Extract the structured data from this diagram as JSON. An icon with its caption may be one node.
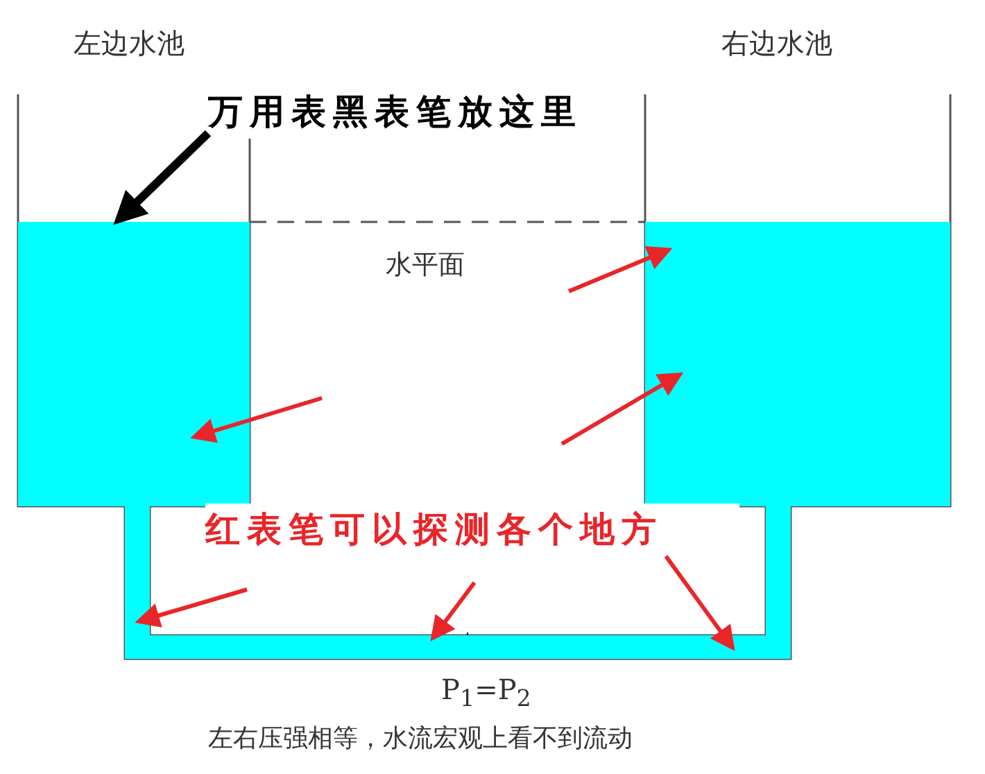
{
  "diagram": {
    "caption": "左右压强相等，水流宏观上看不到流动",
    "nodes": [
      {
        "text": [],
        "shape": "box"
      },
      {
        "text": [],
        "shape": "box"
      },
      {
        "text": [],
        "shape": "box",
        "beside": [
          "P$_{1}$=P$_{2}$"
        ]
      },
      {
        "text": [
          "万用表黑表笔放这里"
        ]
      },
      {
        "text": [
          "红表笔可以探测各个地方"
        ]
      }
    ],
    "edges": [
      {
        "from": 3,
        "to": 0,
        "arrow": "to",
        "style": "thick",
        "color": "#000000"
      },
      {
        "from": null,
        "to": 1,
        "arrow": "to",
        "color": "#e8262a"
      },
      {
        "from": null,
        "to": 1,
        "arrow": "to",
        "color": "#e8262a"
      },
      {
        "from": null,
        "to": 0,
        "arrow": "to",
        "color": "#e8262a"
      },
      {
        "from": null,
        "to": 2,
        "arrow": "to",
        "color": "#e8262a"
      },
      {
        "from": null,
        "to": 2,
        "arrow": "to",
        "color": "#e8262a"
      },
      {
        "from": 4,
        "to": 2,
        "arrow": "to",
        "color": "#e8262a"
      }
    ],
    "labels": [
      "左边水池",
      "右边水池",
      "水平面"
    ]
  }
}
